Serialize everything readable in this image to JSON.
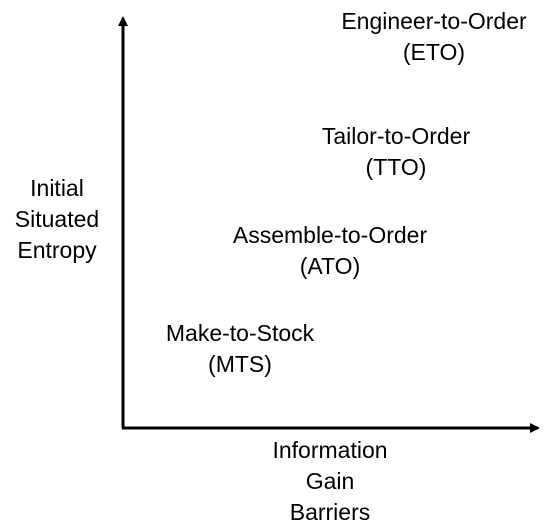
{
  "axes": {
    "y_label": [
      "Initial",
      "Situated",
      "Entropy"
    ],
    "x_label": [
      "Information",
      "Gain",
      "Barriers"
    ]
  },
  "items": [
    {
      "name": "Engineer-to-Order",
      "abbr": "(ETO)"
    },
    {
      "name": "Tailor-to-Order",
      "abbr": "(TTO)"
    },
    {
      "name": "Assemble-to-Order",
      "abbr": "(ATO)"
    },
    {
      "name": "Make-to-Stock",
      "abbr": "(MTS)"
    }
  ],
  "colors": {
    "ink": "#000000",
    "background": "#ffffff"
  }
}
